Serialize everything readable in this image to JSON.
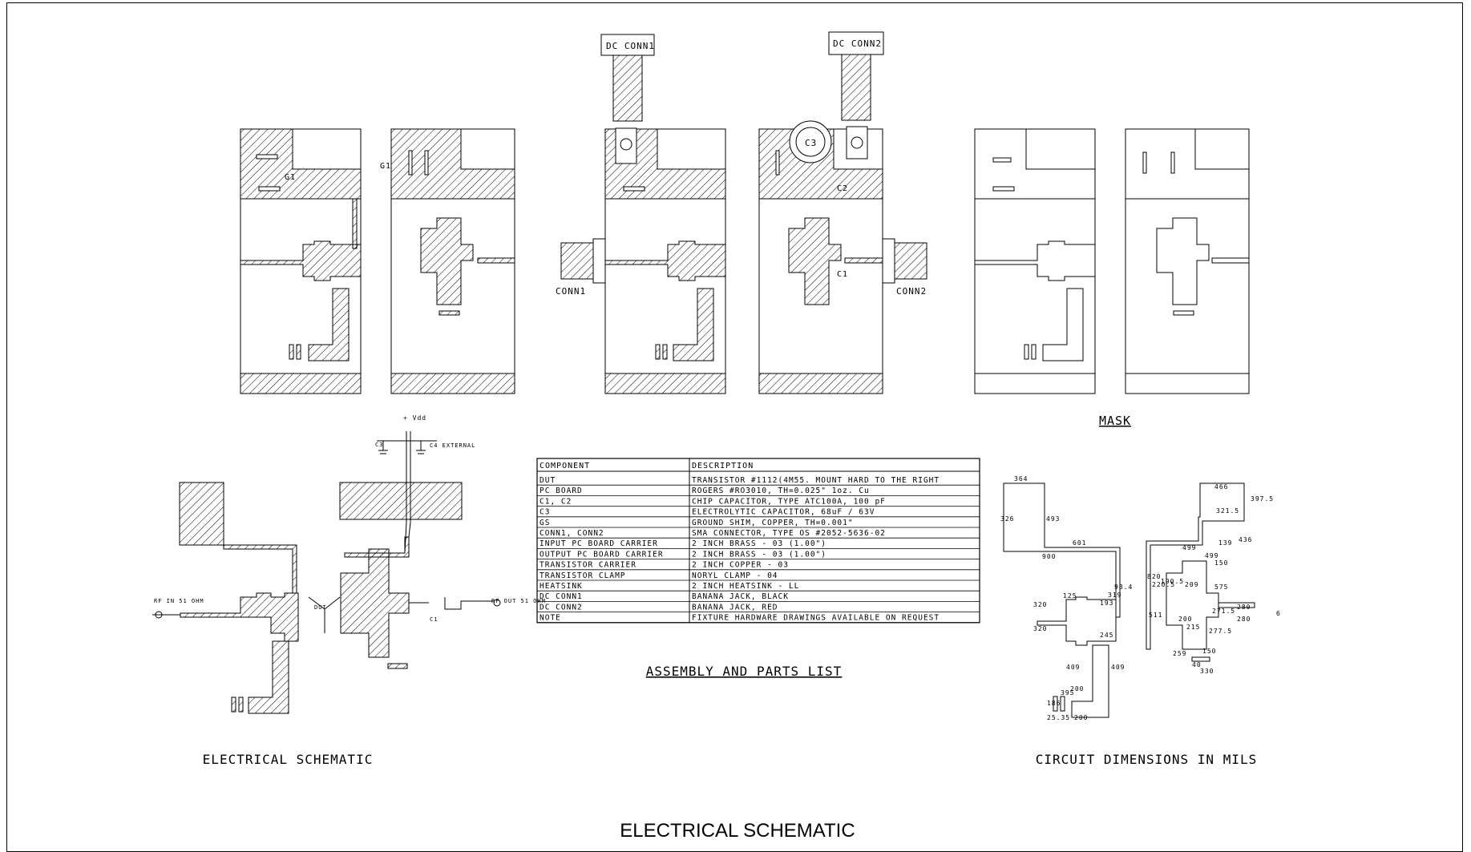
{
  "footer_title": "ELECTRICAL SCHEMATIC",
  "layout_labels": {
    "dc_conn1": "DC CONN1",
    "dc_conn2": "DC CONN2",
    "c3": "C3",
    "c2": "C2",
    "c1": "C1",
    "g1": "G1",
    "g1b": "G1",
    "conn1": "CONN1",
    "conn2": "CONN2"
  },
  "mask_title": "MASK",
  "schematic": {
    "title": "ELECTRICAL SCHEMATIC",
    "vdd_label": "+ Vdd",
    "c3_label": "C3",
    "c4_label": "C4 EXTERNAL",
    "in_port": "RF IN 51 OHM",
    "out_port": "RF OUT 51 OHM",
    "dut_label": "DUT",
    "c1_label": "C1"
  },
  "parts_table": {
    "title": "ASSEMBLY AND PARTS LIST",
    "headers": [
      "COMPONENT",
      "DESCRIPTION"
    ],
    "rows": [
      [
        "DUT",
        "TRANSISTOR #1112(4M55. MOUNT HARD TO THE RIGHT"
      ],
      [
        "PC BOARD",
        "ROGERS #RO3010, TH=0.025\" 1oz. Cu"
      ],
      [
        "C1, C2",
        "CHIP CAPACITOR, TYPE ATC100A, 100 pF"
      ],
      [
        "C3",
        "ELECTROLYTIC CAPACITOR, 68uF / 63V"
      ],
      [
        "GS",
        "GROUND SHIM, COPPER, TH=0.001\""
      ],
      [
        "CONN1, CONN2",
        "SMA CONNECTOR, TYPE OS #2052-5636-02"
      ],
      [
        "INPUT PC BOARD CARRIER",
        "2 INCH BRASS - 03 (1.00\")"
      ],
      [
        "OUTPUT PC BOARD CARRIER",
        "2 INCH BRASS - 03 (1.00\")"
      ],
      [
        "TRANSISTOR CARRIER",
        "2 INCH COPPER - 03"
      ],
      [
        "TRANSISTOR CLAMP",
        "NORYL CLAMP - 04"
      ],
      [
        "HEATSINK",
        "2 INCH HEATSINK - LL"
      ],
      [
        "DC CONN1",
        "BANANA JACK, BLACK"
      ],
      [
        "DC CONN2",
        "BANANA JACK, RED"
      ],
      [
        "NOTE",
        "FIXTURE HARDWARE DRAWINGS AVAILABLE ON REQUEST"
      ]
    ]
  },
  "dimensions": {
    "title": "CIRCUIT DIMENSIONS IN MILS",
    "labels": [
      "364",
      "326",
      "493",
      "601",
      "900",
      "319",
      "98.4",
      "193",
      "320",
      "125",
      "320",
      "245",
      "409",
      "409",
      "200",
      "200",
      "395",
      "186",
      "25.35",
      "466",
      "397.5",
      "321.5",
      "139",
      "436",
      "499",
      "499",
      "820",
      "220.5",
      "190.5",
      "209",
      "150",
      "575",
      "271.5",
      "280",
      "280",
      "6",
      "511",
      "200",
      "215",
      "277.5",
      "259",
      "150",
      "330",
      "40"
    ]
  }
}
